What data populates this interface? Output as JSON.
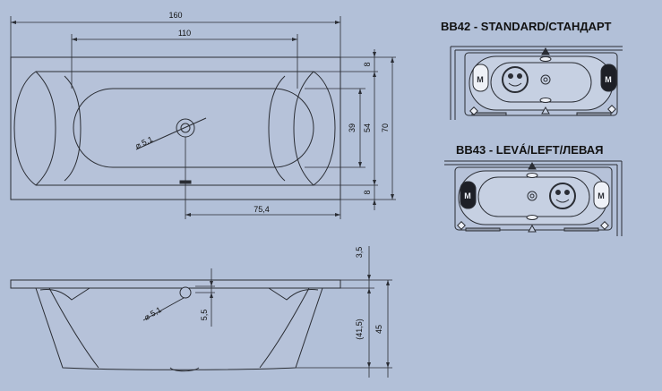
{
  "dimensions": {
    "top_length": "160",
    "top_inner_length": "110",
    "right_8_top": "8",
    "right_39": "39",
    "right_54": "54",
    "right_70": "70",
    "right_8_bottom": "8",
    "drain_diameter_top": "⌀ 5,1",
    "drain_offset": "75,4",
    "side_3_5": "3,5",
    "side_5_5": "5,5",
    "side_41_5": "(41,5)",
    "side_45": "45",
    "drain_diameter_side": "⌀ 5,1"
  },
  "variants": [
    {
      "title": "BB42 - STANDARD/СТАНДАРТ",
      "mirrored": false
    },
    {
      "title": "BB43 - LEVÁ/LEFT/ЛЕВАЯ",
      "mirrored": true
    }
  ],
  "headrest_label": "M",
  "colors": {
    "background": "#b2c0d8",
    "tub_fill": "#b6c2d9",
    "line": "#2a2d34",
    "headrest_dark": "#1d1f26"
  }
}
